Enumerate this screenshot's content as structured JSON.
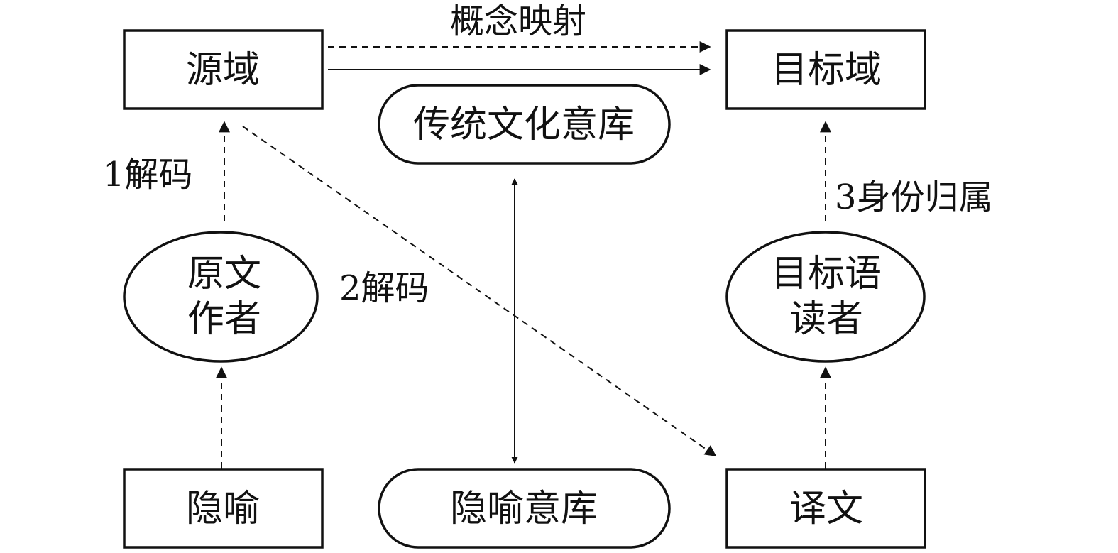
{
  "nodes": {
    "source_domain": "源域",
    "target_domain": "目标域",
    "traditional_culture_base": "传统文化意库",
    "original_author": [
      "原文",
      "作者"
    ],
    "target_reader": [
      "目标语",
      "读者"
    ],
    "metaphor": "隐喻",
    "metaphor_base": "隐喻意库",
    "translation": "译文"
  },
  "edges": {
    "concept_mapping": "概念映射",
    "decode_1": "1解码",
    "decode_2": "2解码",
    "identity_3": "3身份归属"
  }
}
